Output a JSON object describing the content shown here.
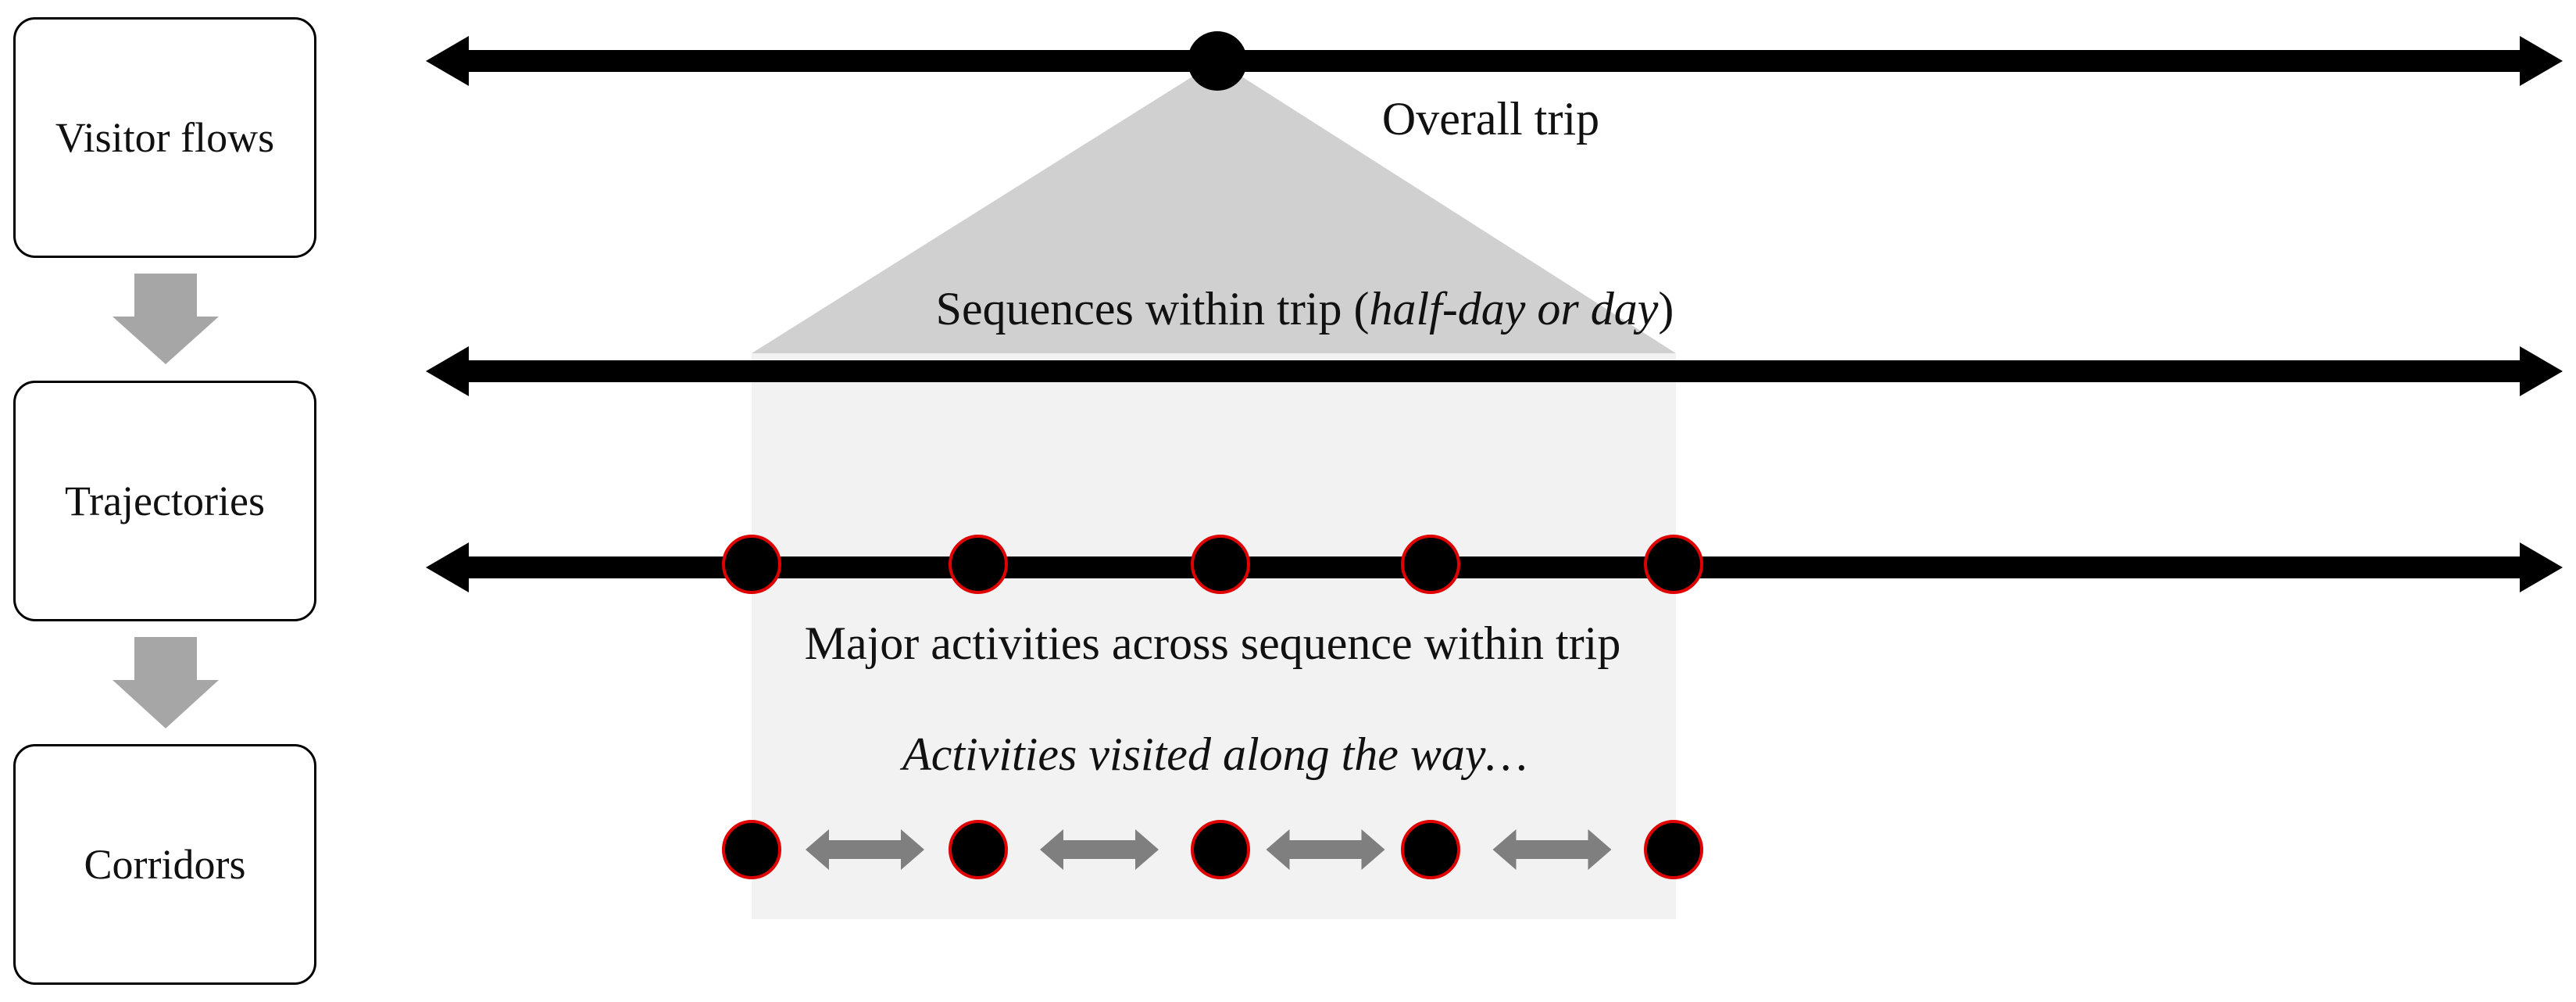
{
  "stages": [
    {
      "label": "Visitor flows"
    },
    {
      "label": "Trajectories"
    },
    {
      "label": "Corridors"
    }
  ],
  "levels": {
    "overall_trip": {
      "label": "Overall trip"
    },
    "sequences": {
      "label_prefix": "Sequences within trip (",
      "label_italic": "half-day or day",
      "label_suffix": ")"
    },
    "major_activities": {
      "label": "Major activities across sequence within trip"
    },
    "activities_along": {
      "label": "Activities visited along the way…"
    }
  },
  "colors": {
    "timeline": "#000000",
    "activity_node_fill": "#000000",
    "activity_node_stroke": "#e00000",
    "stage_arrow": "#a6a6a6",
    "link_arrow": "#7f7f7f",
    "zoom_upper": "#d0d0d0",
    "zoom_lower": "#f2f2f2"
  }
}
